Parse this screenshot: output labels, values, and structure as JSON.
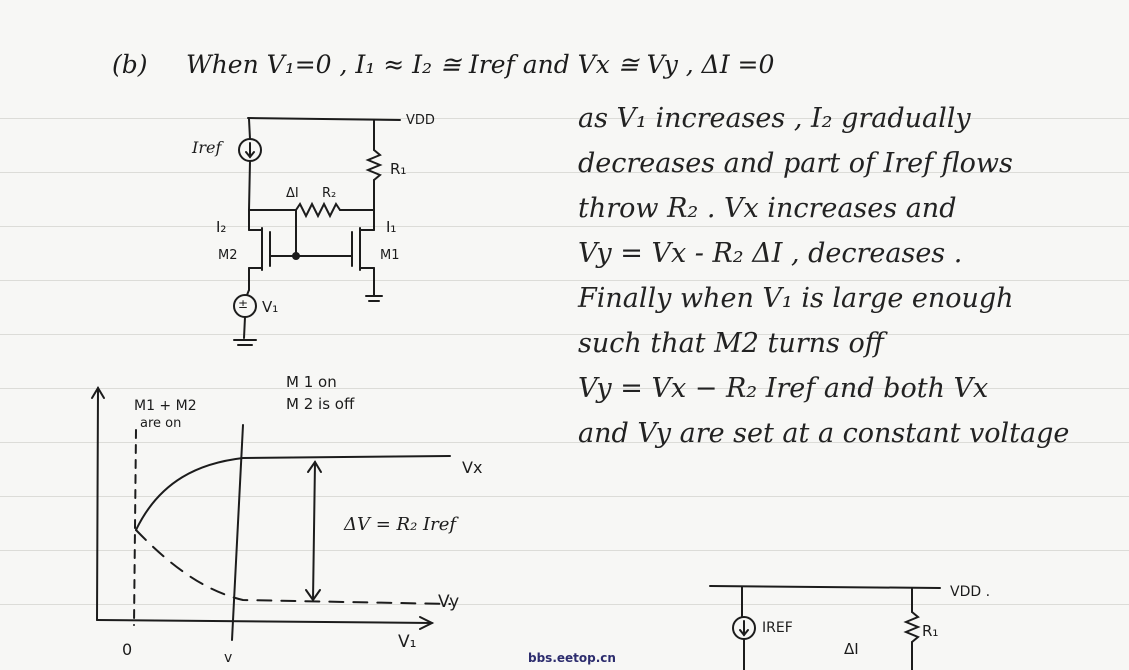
{
  "header": {
    "part": "(b)",
    "condition": "When V₁=0 ,  I₁ ≈ I₂ ≅ Iref   and  Vx ≅ Vy  ,  ΔI =0"
  },
  "explanation": {
    "lines": [
      "as  V₁ increases ,  I₂ gradually",
      "decreases  and  part of Iref flows",
      "throw R₂ .  Vx  increases  and",
      "Vy  =  Vx -  R₂ ΔI , decreases .",
      "Finally  when V₁  is  large enough",
      "such that  M2  turns  off",
      "Vy = Vx  −  R₂ Iref   and both  Vx",
      "and Vy  are  set at a constant voltage"
    ]
  },
  "circuit_top": {
    "iref": "Iref",
    "vdd": "VDD",
    "r1": "R₁",
    "r2": "R₂",
    "delta_i": "ΔI",
    "i1": "I₁",
    "i2": "I₂",
    "m1": "M1",
    "m2": "M2",
    "v1": "V₁",
    "source_symbol": "±"
  },
  "graph": {
    "region1": [
      "M1 + M2",
      "are on"
    ],
    "region2": [
      "M 1  on",
      "M 2  is off"
    ],
    "vx_label": "Vx",
    "vy_label": "Vy",
    "dv_label": "ΔV  =  R₂ Iref",
    "x_axis_label": "V₁",
    "origin_label": "0",
    "tick_label": "v"
  },
  "circuit_bottom": {
    "vdd": "VDD .",
    "iref": "IREF",
    "r1": "R₁",
    "delta_i": "ΔI"
  },
  "watermark": "bbs.eetop.cn"
}
